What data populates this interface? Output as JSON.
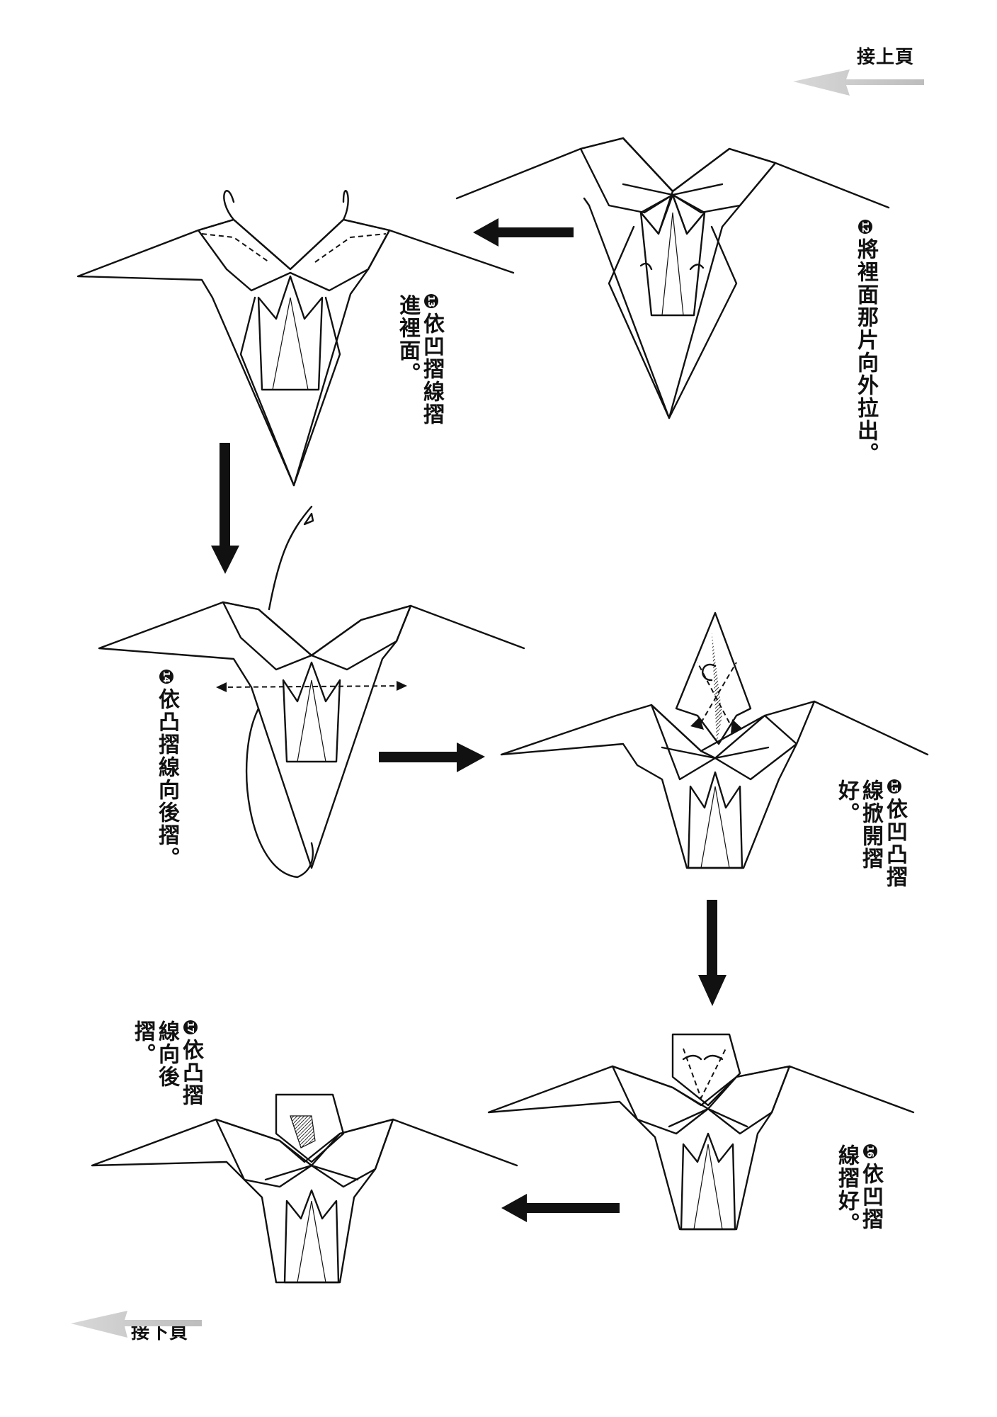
{
  "nav": {
    "prev_label": "接上頁",
    "next_label": "接下頁"
  },
  "steps": [
    {
      "number": "12",
      "text": "將裡面那片向外拉出。"
    },
    {
      "number": "13",
      "text": "依凹摺線摺進裡面。"
    },
    {
      "number": "14",
      "text": "依凸摺線向後摺。"
    },
    {
      "number": "15",
      "text": "依凹凸摺線掀開摺好。"
    },
    {
      "number": "16",
      "text": "依凹摺線摺好。"
    },
    {
      "number": "17",
      "text": "依凸摺線向後摺。"
    }
  ]
}
